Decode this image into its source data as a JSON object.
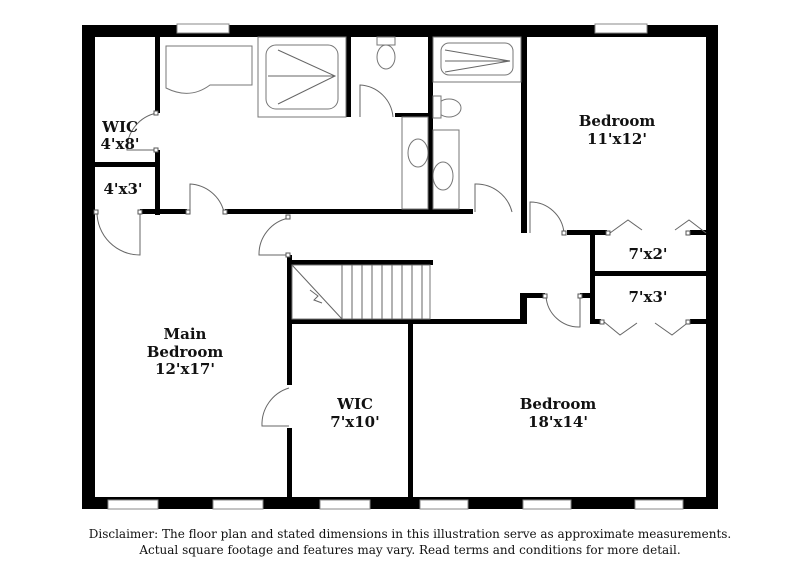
{
  "rooms": {
    "wic_small": {
      "name": "WIC",
      "size": "4'x8'"
    },
    "closet_small": {
      "size": "4'x3'"
    },
    "bedroom_ne": {
      "name": "Bedroom",
      "size": "11'x12'"
    },
    "closet_7x2": {
      "size": "7'x2'"
    },
    "closet_7x3": {
      "size": "7'x3'"
    },
    "main_bedroom": {
      "name1": "Main",
      "name2": "Bedroom",
      "size": "12'x17'"
    },
    "wic_large": {
      "name": "WIC",
      "size": "7'x10'"
    },
    "bedroom_se": {
      "name": "Bedroom",
      "size": "18'x14'"
    }
  },
  "disclaimer": {
    "line1": "Disclaimer: The floor plan and stated dimensions in this illustration serve as approximate measurements.",
    "line2": "Actual square footage and features may vary. Read terms and conditions for more detail."
  }
}
